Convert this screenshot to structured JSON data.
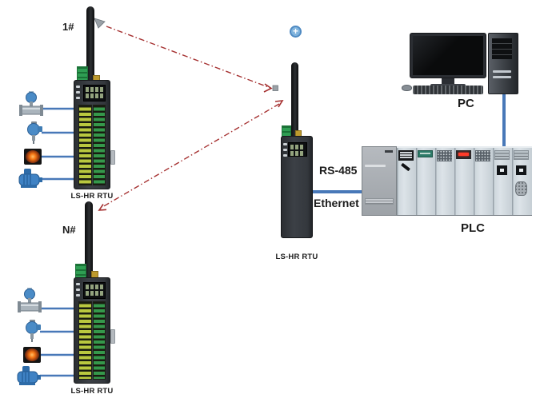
{
  "labels": {
    "rtu1_tag": "1#",
    "rtuN_tag": "N#",
    "rtu_model": "LS-HR RTU",
    "serial_link": "RS-485",
    "ethernet_link": "Ethernet",
    "pc": "PC",
    "plc": "PLC"
  },
  "icons": {
    "zoom_plus_glyph": "+",
    "sensor_icons": [
      "flow-meter-icon",
      "pressure-transmitter-icon",
      "alarm-lamp-icon",
      "motor-icon"
    ]
  },
  "colors": {
    "wire_blue": "#4878b8",
    "wireless_red": "#a63232",
    "terminal_yellow": "#b9c83f",
    "terminal_green": "#35984b",
    "device_body": "#383c41",
    "plc_module": "#cdd6dc",
    "alarm_glow": "#f47412"
  }
}
